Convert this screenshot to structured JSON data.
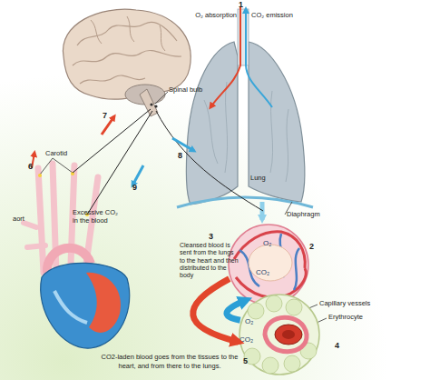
{
  "diagram": {
    "caption": "CO2-laden blood goes from the tissues to the heart, and from there to the lungs.",
    "nodes": [
      {
        "text": [
          "O₂",
          "CO₂"
        ]
      },
      {
        "text": [
          "O₂",
          "CO₂"
        ]
      }
    ],
    "edges": [
      {
        "from": 0,
        "to": 1,
        "arrow": "to"
      },
      {
        "from": 1,
        "to": 0,
        "arrow": "to"
      }
    ],
    "labels": [
      "1",
      "O₂ absorption",
      "CO₂ emission",
      "Spinal bulb",
      "Lung",
      "Diaphragm",
      "7",
      "8",
      "9",
      "6",
      "Carotid",
      "aort",
      "Excessive CO₂ in the blood",
      "3",
      "Cleansed blood is sent from the lungs to the heart and then distributed to the body",
      "2",
      "Capillary vessels",
      "Erythrocyte",
      "4",
      "5"
    ]
  }
}
